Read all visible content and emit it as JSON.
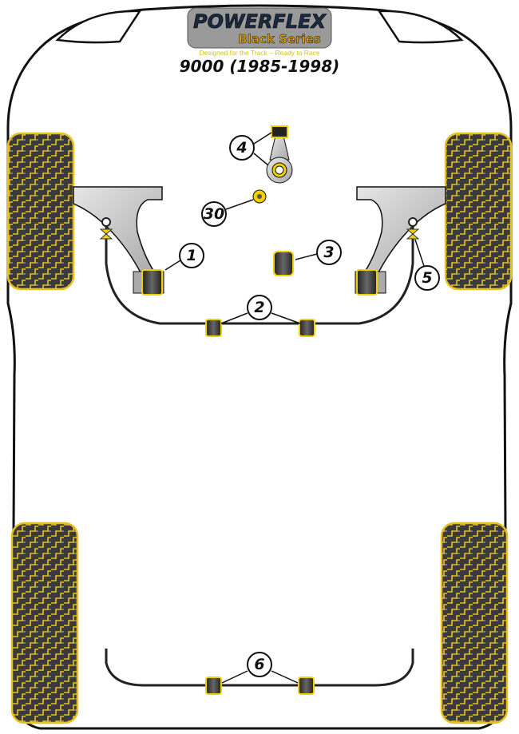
{
  "logo": {
    "brand": "POWERFLEX",
    "series": "Black Series",
    "tagline": "Designed for the Track – Ready to Race"
  },
  "title": "9000 (1985-1998)",
  "callouts": {
    "c1": "1",
    "c2": "2",
    "c3": "3",
    "c4": "4",
    "c5": "5",
    "c6": "6",
    "c30": "30"
  },
  "colors": {
    "outline": "#111111",
    "tyre": "#3a3a3a",
    "tyre_tread": "#e8c020",
    "bush": "#2a2a2a",
    "bush_accent": "#f2d000",
    "arm": "#c8c8c8"
  }
}
